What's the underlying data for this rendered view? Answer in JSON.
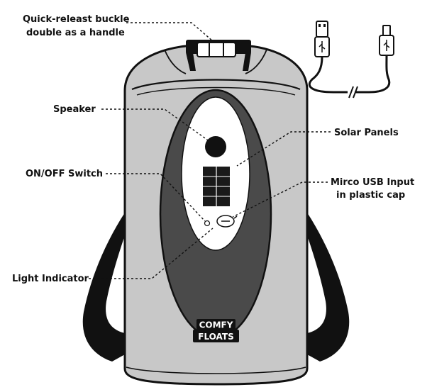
{
  "callouts": {
    "buckle_line1": "Quick-releast buckle",
    "buckle_line2": "double as a handle",
    "speaker": "Speaker",
    "solar_panels": "Solar Panels",
    "switch": "ON/OFF Switch",
    "usb_line1": "Mirco USB Input",
    "usb_line2": "in plastic cap",
    "light": "Light Indicator"
  },
  "brand": {
    "line1": "COMFY",
    "line2": "FLOATS"
  },
  "colors": {
    "bag_body": "#c8c8c8",
    "panel_dark": "#4a4a4a",
    "outline": "#111111",
    "solar": "#1a1a1a"
  }
}
